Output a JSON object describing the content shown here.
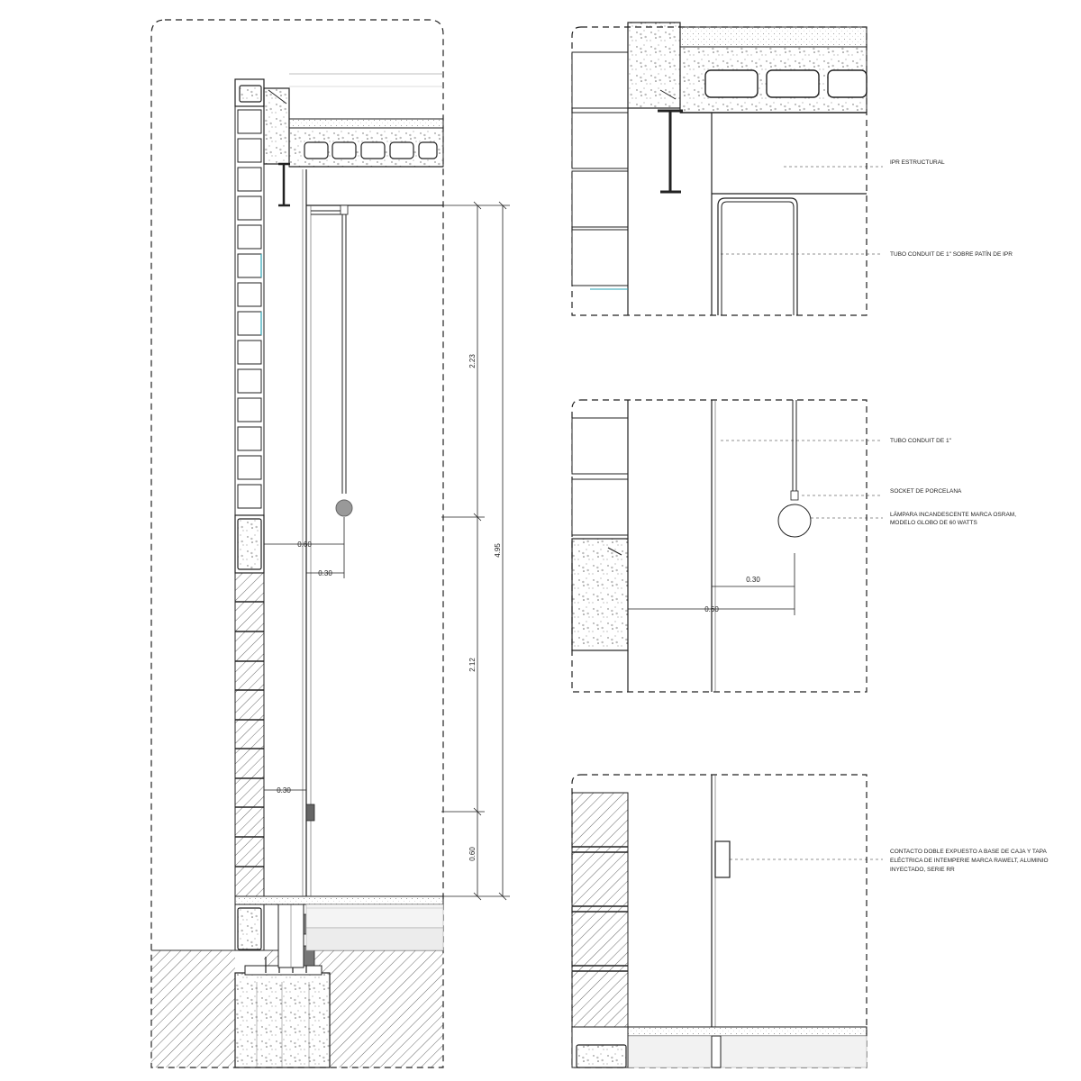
{
  "main_section": {
    "dimensions": {
      "upper_height": "2.23",
      "middle_height": "2.12",
      "lower_height": "0.60",
      "total_height": "4.95",
      "lamp_offset_from_wall": "0.60",
      "lamp_offset_from_conduit": "0.30",
      "outlet_offset_from_wall": "0.30"
    }
  },
  "detail_top": {
    "labels": {
      "beam": "IPR ESTRUCTURAL",
      "conduit_on_beam": "TUBO CONDUIT DE 1\" SOBRE PATÍN DE IPR"
    }
  },
  "detail_middle": {
    "labels": {
      "conduit": "TUBO CONDUIT DE 1\"",
      "socket": "SOCKET DE PORCELANA",
      "lamp_line1": "LÁMPARA INCANDESCENTE MARCA OSRAM,",
      "lamp_line2": "MODELO GLOBO DE 60 WATTS"
    },
    "dimensions": {
      "lamp_from_conduit": "0.30",
      "lamp_from_wall": "0.60"
    }
  },
  "detail_bottom": {
    "labels": {
      "outlet_line1": "CONTACTO DOBLE EXPUESTO A BASE DE CAJA Y TAPA",
      "outlet_line2": "ELÉCTRICA DE INTEMPERIE MARCA RAWELT, ALUMINIO",
      "outlet_line3": "INYECTADO, SERIE RR"
    }
  }
}
